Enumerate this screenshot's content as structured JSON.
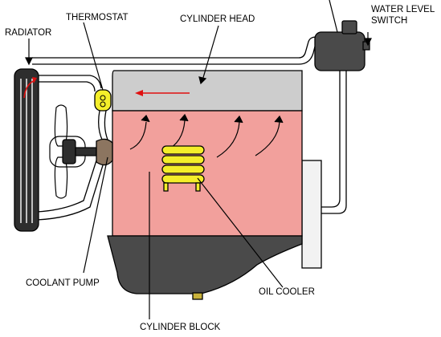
{
  "labels": {
    "radiator": "RADIATOR",
    "thermostat": "THERMOSTAT",
    "cylinder_head": "CYLINDER HEAD",
    "water_level_switch_line1": "WATER LEVEL",
    "water_level_switch_line2": "SWITCH",
    "coolant_pump": "COOLANT PUMP",
    "oil_cooler": "OIL COOLER",
    "cylinder_block": "CYLINDER BLOCK"
  },
  "colors": {
    "cylinder_head": "#cdcdcd",
    "cylinder_block": "#f2a09c",
    "oil_pan": "#4a4a4a",
    "oil_cooler": "#f4ee2a",
    "flow_arrow": "#e01010",
    "radiator": "#2e2e2e",
    "expansion_tank": "#4a4a4a",
    "pump": "#8c7560"
  }
}
